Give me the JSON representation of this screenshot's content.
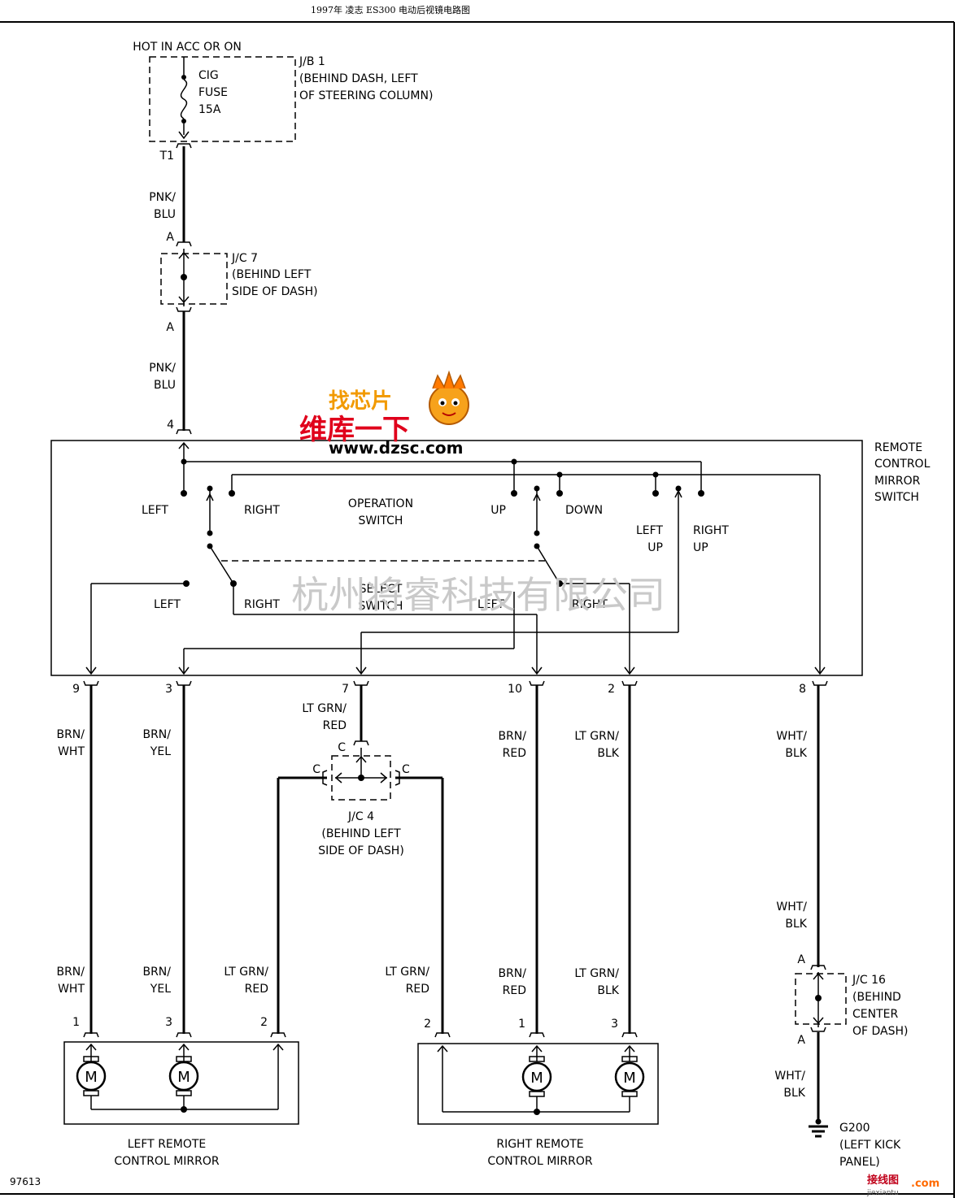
{
  "header": {
    "title": "1997年 凌志 ES300 电动后视镜电路图"
  },
  "fuse": {
    "supply": "HOT IN ACC OR ON",
    "name": "CIG",
    "type": "FUSE",
    "rating": "15A",
    "box": [
      "J/B 1",
      "(BEHIND DASH, LEFT",
      "OF STEERING COLUMN)"
    ],
    "terminal": "T1"
  },
  "jc7": {
    "pin_top": "A",
    "pin_bottom": "A",
    "label": [
      "J/C 7",
      "(BEHIND LEFT",
      "SIDE OF DASH)"
    ]
  },
  "wires": {
    "supply1": [
      "PNK/",
      "BLU"
    ],
    "supply2": [
      "PNK/",
      "BLU"
    ],
    "w9": [
      "BRN/",
      "WHT"
    ],
    "w3": [
      "BRN/",
      "YEL"
    ],
    "w7": [
      "LT GRN/",
      "RED"
    ],
    "w10": [
      "BRN/",
      "RED"
    ],
    "w2": [
      "LT GRN/",
      "BLK"
    ],
    "w8": [
      "WHT/",
      "BLK"
    ],
    "w8b": [
      "WHT/",
      "BLK"
    ],
    "w8c": [
      "WHT/",
      "BLK"
    ],
    "lm1": [
      "BRN/",
      "WHT"
    ],
    "lm3": [
      "BRN/",
      "YEL"
    ],
    "lm2": [
      "LT GRN/",
      "RED"
    ],
    "rm2": [
      "LT GRN/",
      "RED"
    ],
    "rm1": [
      "BRN/",
      "RED"
    ],
    "rm3": [
      "LT GRN/",
      "BLK"
    ]
  },
  "switch": {
    "title": [
      "REMOTE",
      "CONTROL",
      "MIRROR",
      "SWITCH"
    ],
    "input_pin": "4",
    "operation_label": [
      "OPERATION",
      "SWITCH"
    ],
    "select_label": [
      "SELECT",
      "SWITCH"
    ],
    "op_left": "LEFT",
    "op_right": "RIGHT",
    "op_up": "UP",
    "op_down": "DOWN",
    "op_left_up": [
      "LEFT",
      "UP"
    ],
    "op_right_up": [
      "RIGHT",
      "UP"
    ],
    "sel_left1": "LEFT",
    "sel_right1": "RIGHT",
    "sel_left2": "LEFT",
    "sel_right2": "RIGHT",
    "pins": [
      "9",
      "3",
      "7",
      "10",
      "2",
      "8"
    ]
  },
  "jc4": {
    "pins": [
      "C",
      "C",
      "C"
    ],
    "label": [
      "J/C 4",
      "(BEHIND LEFT",
      "SIDE OF DASH)"
    ]
  },
  "jc16": {
    "pin_top": "A",
    "pin_bottom": "A",
    "label": [
      "J/C 16",
      "(BEHIND",
      "CENTER",
      "OF DASH)"
    ]
  },
  "ground": {
    "name": "G200",
    "location": [
      "(LEFT KICK",
      "PANEL)"
    ]
  },
  "left_mirror": {
    "pins": [
      "1",
      "3",
      "2"
    ],
    "label": [
      "LEFT REMOTE",
      "CONTROL MIRROR"
    ],
    "motor_symbol": "M"
  },
  "right_mirror": {
    "pins": [
      "2",
      "1",
      "3"
    ],
    "label": [
      "RIGHT REMOTE",
      "CONTROL MIRROR"
    ],
    "motor_symbol": "M"
  },
  "figure_number": "97613",
  "watermark": "杭州将睿科技有限公司",
  "logo": {
    "top": "找芯片",
    "middle": "维库一下",
    "url": "www.dzsc.com"
  },
  "corner_brand": {
    "text": "接线图",
    "dot": ".com",
    "sub": "jiexiantu"
  }
}
